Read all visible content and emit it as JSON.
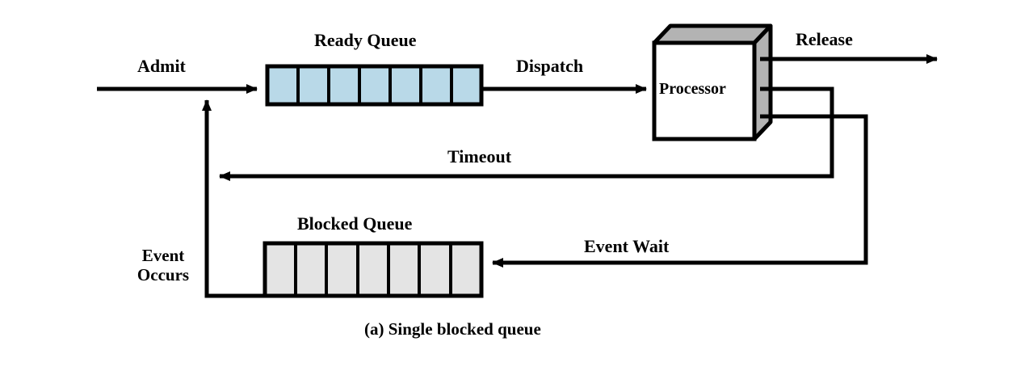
{
  "figure": {
    "caption": "(a) Single blocked queue",
    "colors": {
      "ready_queue_fill": "#b9d9e8",
      "blocked_queue_fill": "#e4e4e4",
      "processor_shade": "#b3b3b3",
      "line": "#000000",
      "background": "#ffffff"
    }
  },
  "labels": {
    "admit": "Admit",
    "ready_queue": "Ready Queue",
    "dispatch": "Dispatch",
    "processor": "Processor",
    "release": "Release",
    "timeout": "Timeout",
    "blocked_queue": "Blocked Queue",
    "event_wait": "Event Wait",
    "event_occurs_line1": "Event",
    "event_occurs_line2": "Occurs"
  },
  "queues": {
    "ready": {
      "name": "Ready Queue",
      "cells": 7,
      "fill": "#b9d9e8"
    },
    "blocked": {
      "name": "Blocked Queue",
      "cells": 7,
      "fill": "#e4e4e4"
    }
  },
  "nodes": [
    {
      "id": "processor",
      "label": "Processor",
      "shape": "3d-box"
    }
  ],
  "edges": [
    {
      "id": "admit",
      "label": "Admit",
      "from": "external",
      "to": "ready-queue",
      "direction": "right"
    },
    {
      "id": "dispatch",
      "label": "Dispatch",
      "from": "ready-queue",
      "to": "processor",
      "direction": "right"
    },
    {
      "id": "release",
      "label": "Release",
      "from": "processor",
      "to": "external",
      "direction": "right"
    },
    {
      "id": "timeout",
      "label": "Timeout",
      "from": "processor",
      "to": "ready-queue",
      "direction": "left"
    },
    {
      "id": "event-wait",
      "label": "Event Wait",
      "from": "processor",
      "to": "blocked-queue",
      "direction": "left"
    },
    {
      "id": "event-occurs",
      "label": "Event Occurs",
      "from": "blocked-queue",
      "to": "ready-queue",
      "direction": "up"
    }
  ]
}
